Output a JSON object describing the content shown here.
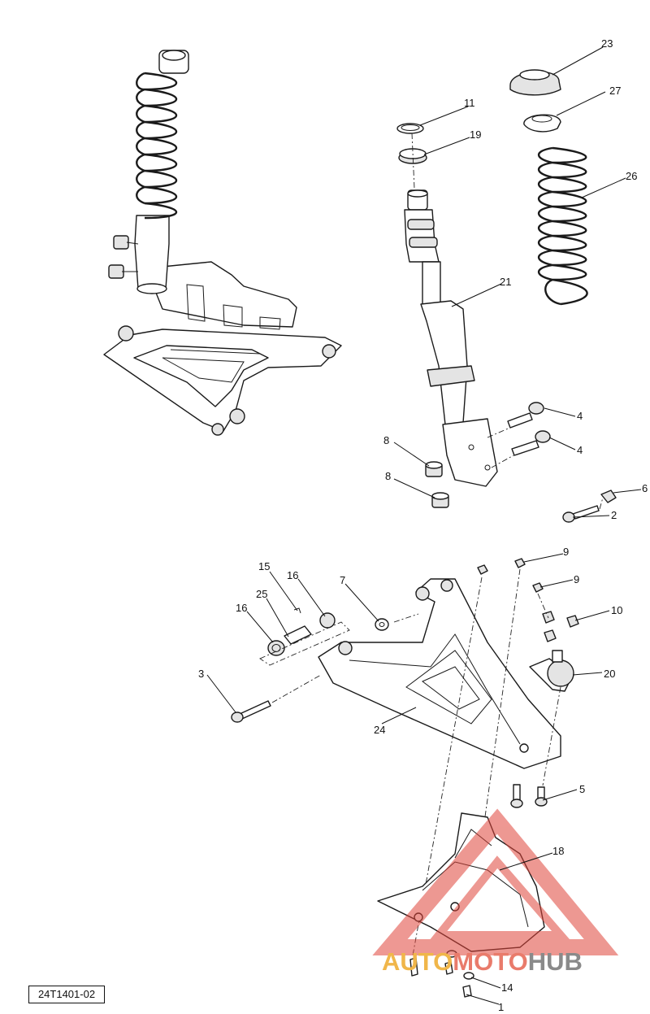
{
  "callouts": [
    {
      "id": "c23",
      "label": "23"
    },
    {
      "id": "c27",
      "label": "27"
    },
    {
      "id": "c11",
      "label": "11"
    },
    {
      "id": "c19",
      "label": "19"
    },
    {
      "id": "c26",
      "label": "26"
    },
    {
      "id": "c21",
      "label": "21"
    },
    {
      "id": "c4a",
      "label": "4"
    },
    {
      "id": "c4b",
      "label": "4"
    },
    {
      "id": "c8a",
      "label": "8"
    },
    {
      "id": "c8b",
      "label": "8"
    },
    {
      "id": "c6",
      "label": "6"
    },
    {
      "id": "c2",
      "label": "2"
    },
    {
      "id": "c9a",
      "label": "9"
    },
    {
      "id": "c9b",
      "label": "9"
    },
    {
      "id": "c10",
      "label": "10"
    },
    {
      "id": "c20",
      "label": "20"
    },
    {
      "id": "c15",
      "label": "15"
    },
    {
      "id": "c16a",
      "label": "16"
    },
    {
      "id": "c7",
      "label": "7"
    },
    {
      "id": "c25",
      "label": "25"
    },
    {
      "id": "c16b",
      "label": "16"
    },
    {
      "id": "c3",
      "label": "3"
    },
    {
      "id": "c24",
      "label": "24"
    },
    {
      "id": "c5",
      "label": "5"
    },
    {
      "id": "c18",
      "label": "18"
    },
    {
      "id": "c14",
      "label": "14"
    },
    {
      "id": "c1",
      "label": "1"
    }
  ],
  "reference_code": "24T1401-02",
  "watermark": {
    "part1": "AUTO",
    "part2": "MOTO",
    "part3": "HUB"
  },
  "colors": {
    "line": "#1a1a1a",
    "watermark_red": "#e0443a",
    "watermark_orange": "#f0b64a",
    "watermark_grey": "#8a8a8a"
  }
}
